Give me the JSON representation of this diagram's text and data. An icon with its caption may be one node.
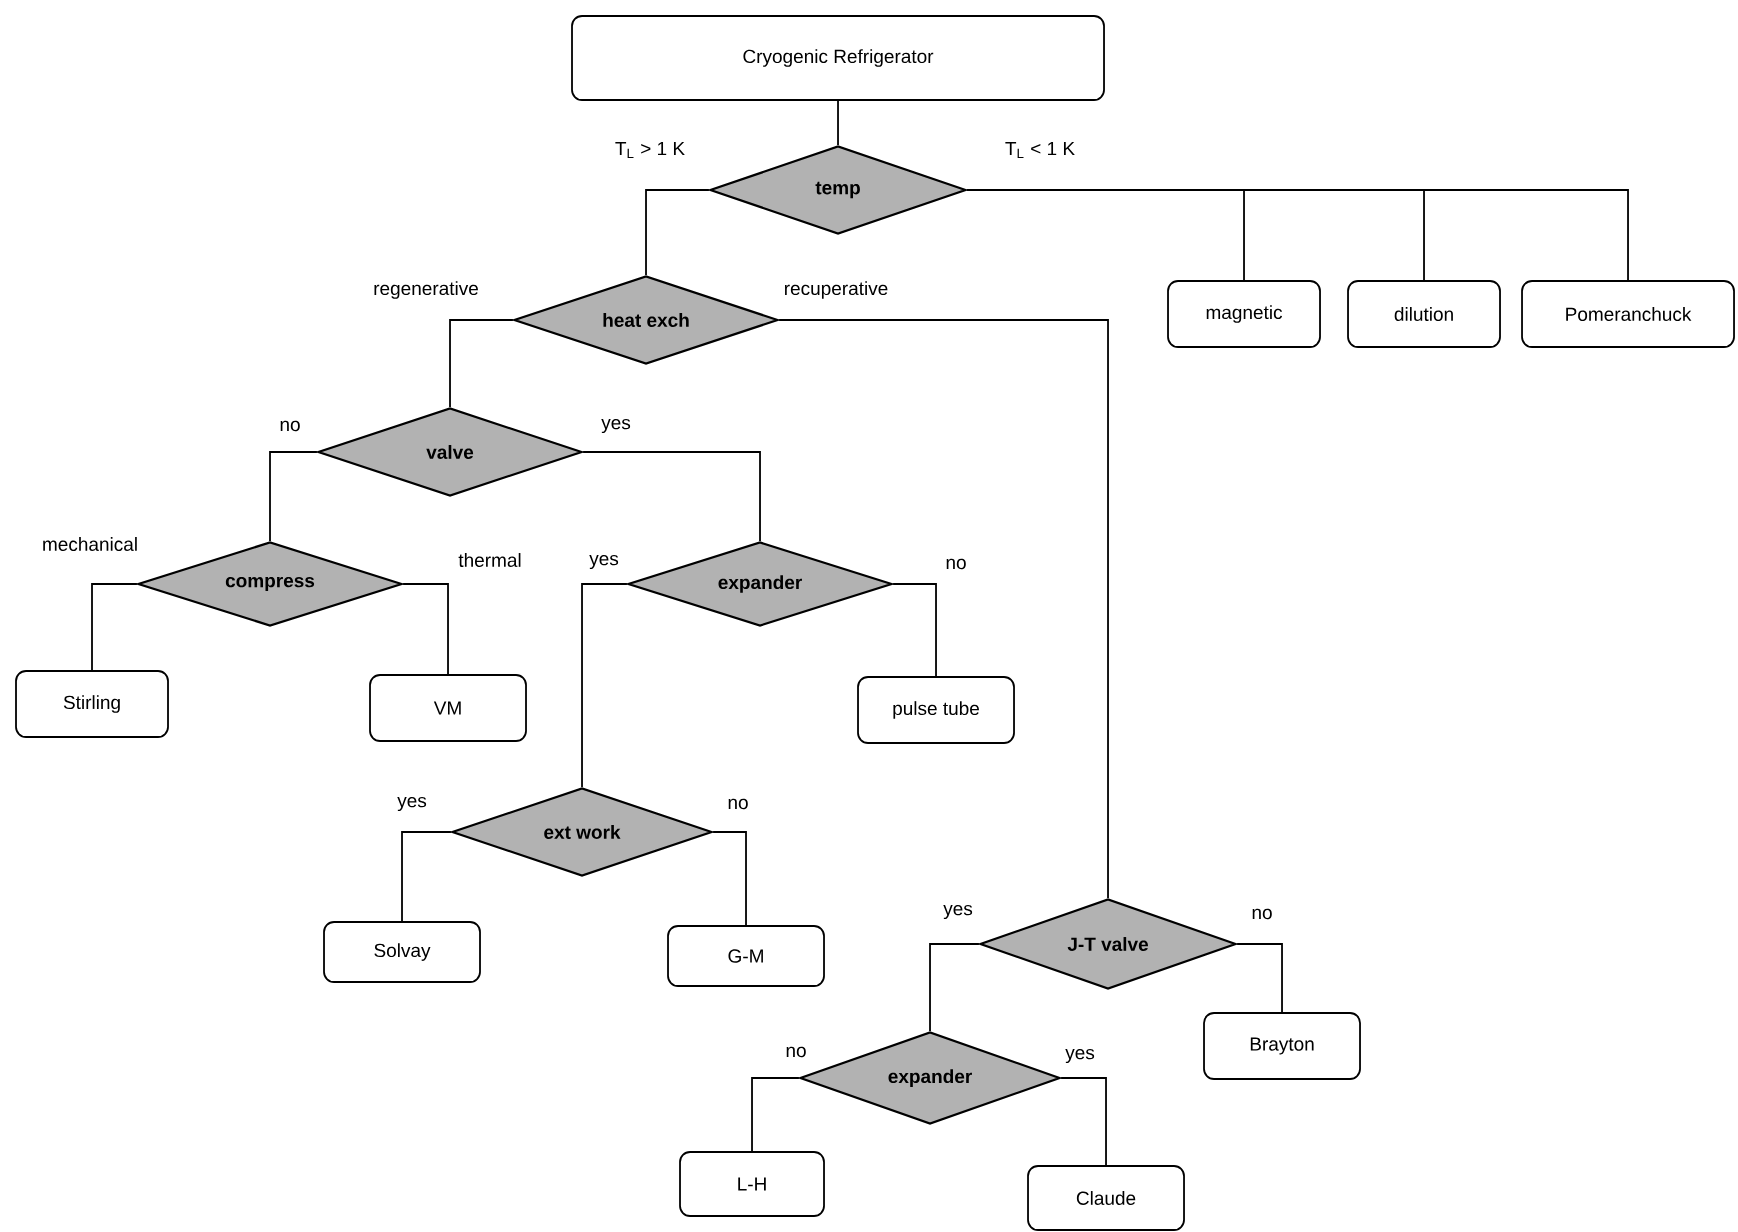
{
  "diagram": {
    "nodes": [
      {
        "text": [
          "Cryogenic Refrigerator"
        ]
      },
      {
        "text": [
          "temp"
        ]
      },
      {
        "text": [
          "heat exch"
        ]
      },
      {
        "text": [
          "magnetic"
        ]
      },
      {
        "text": [
          "dilution"
        ]
      },
      {
        "text": [
          "Pomeranchuck"
        ]
      },
      {
        "text": [
          "valve"
        ]
      },
      {
        "text": [
          "compress"
        ]
      },
      {
        "text": [
          "expander"
        ]
      },
      {
        "text": [
          "Stirling"
        ]
      },
      {
        "text": [
          "VM"
        ]
      },
      {
        "text": [
          "pulse tube"
        ]
      },
      {
        "text": [
          "ext work"
        ]
      },
      {
        "text": [
          "Solvay"
        ]
      },
      {
        "text": [
          "G-M"
        ]
      },
      {
        "text": [
          "J-T valve"
        ]
      },
      {
        "text": [
          "Brayton"
        ]
      },
      {
        "text": [
          "expander"
        ]
      },
      {
        "text": [
          "L-H"
        ]
      },
      {
        "text": [
          "Claude"
        ]
      }
    ],
    "edges": [
      {
        "from": 0,
        "to": 1,
        "arrow": "none"
      },
      {
        "from": 1,
        "to": 2,
        "arrow": "none",
        "label": "T$_{L}$ > 1 K"
      },
      {
        "from": 1,
        "to": 3,
        "arrow": "none",
        "label": "T$_{L}$ < 1 K"
      },
      {
        "from": 1,
        "to": 4,
        "arrow": "none"
      },
      {
        "from": 1,
        "to": 5,
        "arrow": "none"
      },
      {
        "from": 2,
        "to": 6,
        "arrow": "none",
        "label": "regenerative"
      },
      {
        "from": 2,
        "to": 15,
        "arrow": "none",
        "label": "recuperative"
      },
      {
        "from": 6,
        "to": 7,
        "arrow": "none",
        "label": "no"
      },
      {
        "from": 6,
        "to": 8,
        "arrow": "none",
        "label": "yes"
      },
      {
        "from": 7,
        "to": 9,
        "arrow": "none",
        "label": "mechanical"
      },
      {
        "from": 7,
        "to": 10,
        "arrow": "none",
        "label": "thermal"
      },
      {
        "from": 8,
        "to": 12,
        "arrow": "none",
        "label": "yes"
      },
      {
        "from": 8,
        "to": 11,
        "arrow": "none",
        "label": "no"
      },
      {
        "from": 12,
        "to": 13,
        "arrow": "none",
        "label": "yes"
      },
      {
        "from": 12,
        "to": 14,
        "arrow": "none",
        "label": "no"
      },
      {
        "from": 15,
        "to": 17,
        "arrow": "none",
        "label": "yes"
      },
      {
        "from": 15,
        "to": 16,
        "arrow": "none",
        "label": "no"
      },
      {
        "from": 17,
        "to": 18,
        "arrow": "none",
        "label": "no"
      },
      {
        "from": 17,
        "to": 19,
        "arrow": "none",
        "label": "yes"
      }
    ]
  }
}
